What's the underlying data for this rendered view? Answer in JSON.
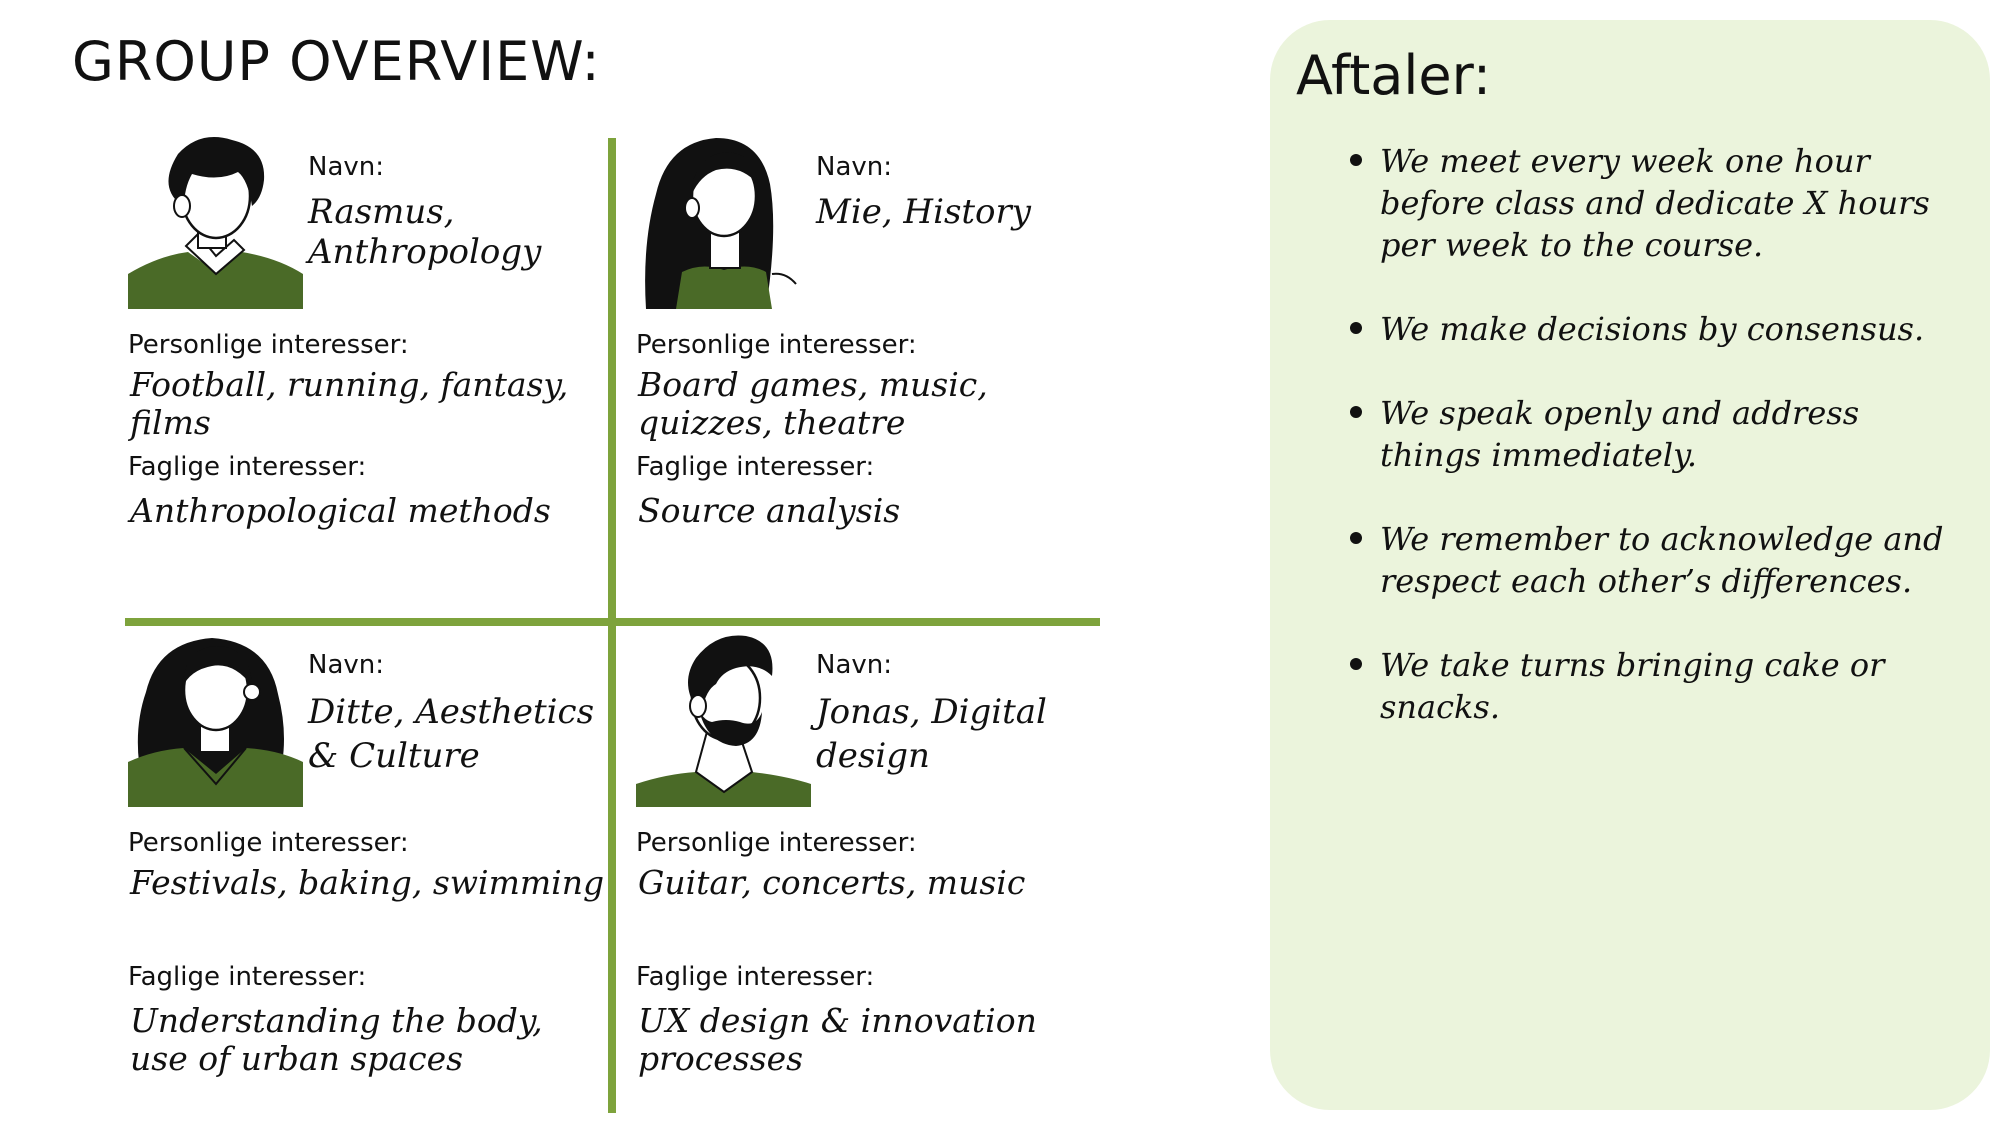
{
  "page": {
    "title": "GROUP OVERVIEW:"
  },
  "colors": {
    "accent_green": "#7ea33c",
    "clothing_green": "#4a6a27",
    "panel_bg": "#ebf4dc",
    "text": "#111111"
  },
  "members": [
    {
      "navn_label": "Navn:",
      "navn": "Rasmus, Anthropology",
      "personlige_label": "Personlige interesser:",
      "personlige": "Football, running, fantasy, films",
      "faglige_label": "Faglige interesser:",
      "faglige": "Anthropological methods",
      "avatar_icon": "person-short-hair-collar-icon"
    },
    {
      "navn_label": "Navn:",
      "navn": "Mie, History",
      "personlige_label": "Personlige interesser:",
      "personlige": "Board games, music, quizzes, theatre",
      "faglige_label": "Faglige interesser:",
      "faglige": "Source analysis",
      "avatar_icon": "person-long-hair-icon"
    },
    {
      "navn_label": "Navn:",
      "navn": "Ditte, Aesthetics & Culture",
      "personlige_label": "Personlige interesser:",
      "personlige": "Festivals, baking, swimming",
      "faglige_label": "Faglige interesser:",
      "faglige": "Understanding the body, use of urban spaces",
      "avatar_icon": "person-curly-hair-icon"
    },
    {
      "navn_label": "Navn:",
      "navn": "Jonas, Digital design",
      "personlige_label": "Personlige interesser:",
      "personlige": "Guitar, concerts, music",
      "faglige_label": "Faglige interesser:",
      "faglige": "UX design & innovation processes",
      "avatar_icon": "person-beard-icon"
    }
  ],
  "aftaler": {
    "title": "Aftaler:",
    "items": [
      "We meet every week one hour before class and dedicate X hours per week to the course.",
      "We make decisions by consensus.",
      "We speak openly and address things immediately.",
      "We remember to acknowledge and respect each other’s differences.",
      "We take turns bringing cake or snacks."
    ]
  }
}
